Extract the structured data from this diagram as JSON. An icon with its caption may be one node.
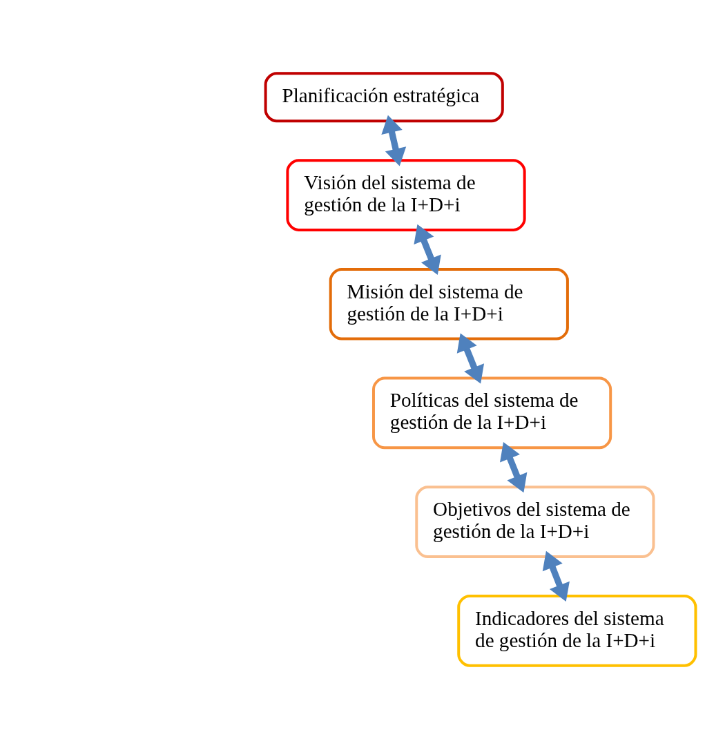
{
  "diagram": {
    "nodes": [
      {
        "text": [
          "Planificación estratégica"
        ]
      },
      {
        "text": [
          "Visión del sistema de gestión de la I+D+i"
        ]
      },
      {
        "text": [
          "Misión del sistema de gestión de la I+D+i"
        ]
      },
      {
        "text": [
          "Políticas del sistema de gestión de la I+D+i"
        ]
      },
      {
        "text": [
          "Objetivos del sistema de gestión de la I+D+i"
        ]
      },
      {
        "text": [
          "Indicadores del sistema de gestión de la I+D+i"
        ]
      }
    ],
    "edges": [
      {
        "from": 0,
        "to": 1,
        "arrow": "both"
      },
      {
        "from": 1,
        "to": 2,
        "arrow": "both"
      },
      {
        "from": 2,
        "to": 3,
        "arrow": "both"
      },
      {
        "from": 3,
        "to": 4,
        "arrow": "both"
      },
      {
        "from": 4,
        "to": 5,
        "arrow": "both"
      }
    ]
  }
}
